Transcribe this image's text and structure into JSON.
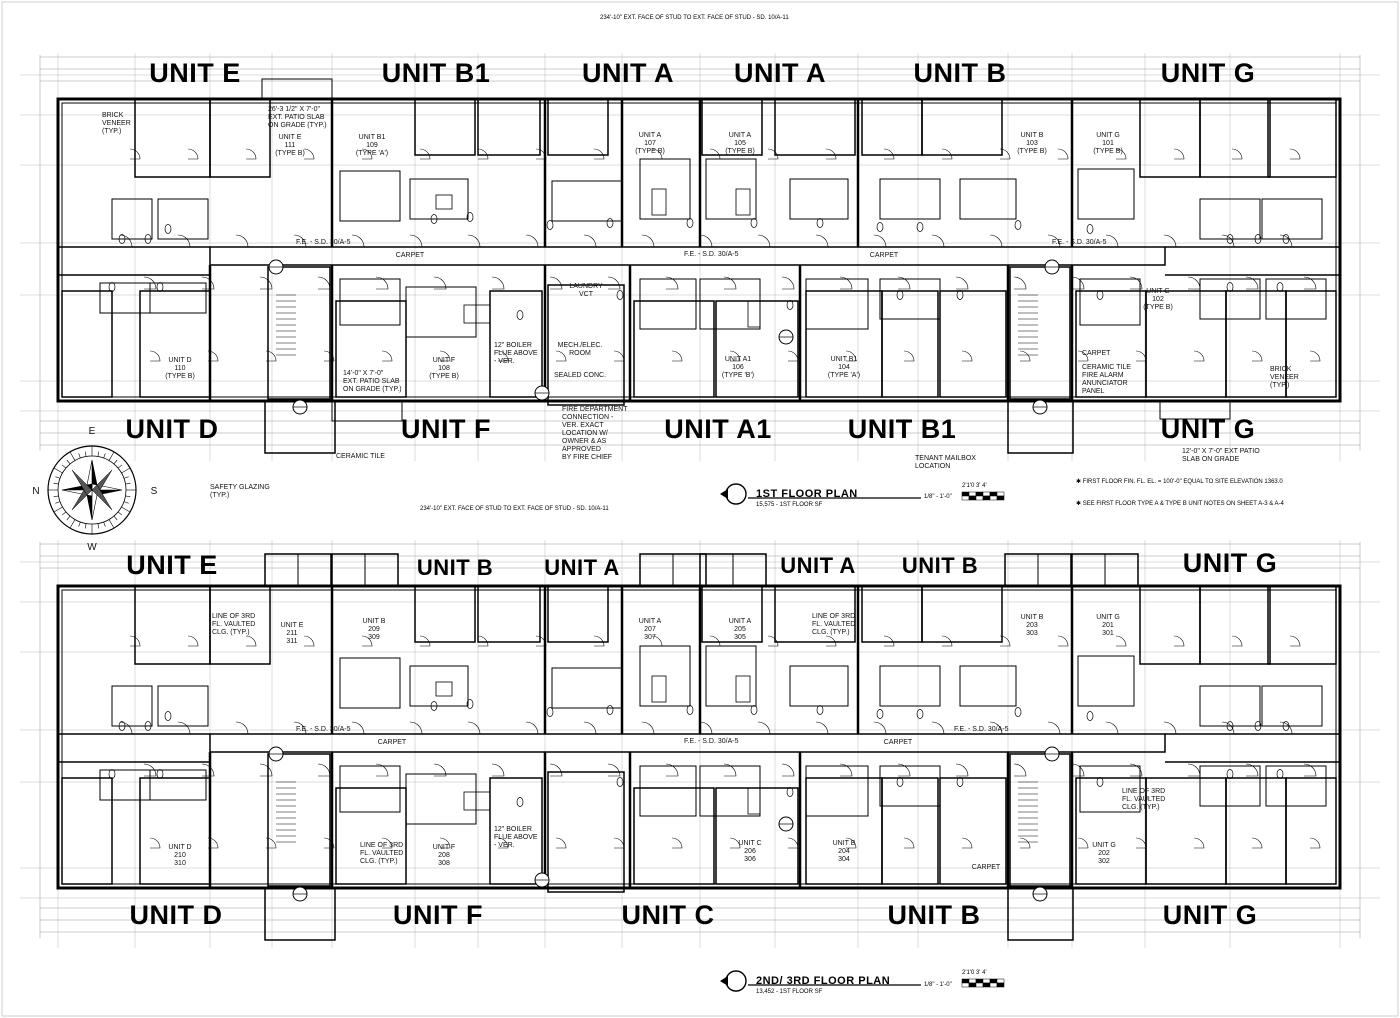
{
  "compass": [
    "N",
    "E",
    "S",
    "W"
  ],
  "floor1": {
    "title": "1ST FLOOR PLAN",
    "area": "15,575 - 1ST FLOOR SF",
    "scale": "1/8\" - 1'-0\"",
    "bar_scale": "2'1'0  3'  4'",
    "note1": "✱ FIRST FLOOR FIN. FL. EL. = 100'-0\" EQUAL TO SITE ELEVATION 1363.0",
    "note2": "✱ SEE FIRST FLOOR TYPE A & TYPE B UNIT NOTES ON SHEET A-3 & A-4",
    "overall_dim": "234'-10\" EXT. FACE OF STUD TO EXT. FACE OF STUD - SD. 10/A-11",
    "top_units": [
      "UNIT E",
      "UNIT B1",
      "UNIT A",
      "UNIT A",
      "UNIT B",
      "UNIT G"
    ],
    "bottom_units": [
      "UNIT D",
      "UNIT F",
      "UNIT A1",
      "UNIT B1",
      "UNIT G"
    ],
    "room_tags": [
      "UNIT E\n111\n(TYPE B)",
      "UNIT B1\n109\n(TYPE 'A')",
      "UNIT A\n107\n(TYPE B)",
      "UNIT A\n105\n(TYPE B)",
      "UNIT B\n103\n(TYPE B)",
      "UNIT G\n101\n(TYPE B)",
      "UNIT D\n110\n(TYPE B)",
      "UNIT F\n108\n(TYPE B)",
      "MECH./ELEC.\nROOM",
      "UNIT A1\n106\n(TYPE 'B')",
      "UNIT B1\n104\n(TYPE 'A')",
      "UNIT G\n102\n(TYPE B)"
    ],
    "notes": [
      "BRICK\nVENEER\n(TYP.)",
      "26'-3 1/2\" X 7'-0\"\nEXT. PATIO SLAB\nON GRADE (TYP.)",
      "CARPET",
      "CARPET",
      "LAUNDRY\nVCT",
      "SEALED CONC.",
      "14'-0\" X 7'-0\"\nEXT. PATIO SLAB\nON GRADE (TYP.)",
      "12\" BOILER\nFLUE ABOVE\n- VER.",
      "FIRE DEPARTMENT\nCONNECTION -\nVER. EXACT\nLOCATION W/\nOWNER & AS\nAPPROVED\nBY FIRE CHIEF",
      "CERAMIC TILE",
      "SAFETY GLAZING\n(TYP.)",
      "TENANT MAILBOX\nLOCATION",
      "CARPET",
      "CERAMIC TILE\nFIRE ALARM\nANUNCIATOR\nPANEL",
      "BRICK\nVENEER\n(TYP.)",
      "12'-0\" X 7'-0\" EXT PATIO\nSLAB ON GRADE",
      "F.E. - S.D. 30/A-5",
      "F.E. - S.D. 30/A-5",
      "F.E. - S.D. 30/A-5"
    ]
  },
  "floor2": {
    "title": "2ND/ 3RD FLOOR PLAN",
    "area": "13,452 - 1ST FLOOR SF",
    "scale": "1/8\" - 1'-0\"",
    "bar_scale": "2'1'0  3'  4'",
    "overall_dim": "234'-10\" EXT. FACE OF STUD TO EXT. FACE OF STUD - SD. 10/A-11",
    "top_units": [
      "UNIT E",
      "UNIT B",
      "UNIT A",
      "UNIT A",
      "UNIT B",
      "UNIT G"
    ],
    "bottom_units": [
      "UNIT D",
      "UNIT F",
      "UNIT C",
      "UNIT B",
      "UNIT G"
    ],
    "room_tags": [
      "UNIT E\n211\n311",
      "UNIT B\n209\n309",
      "UNIT A\n207\n307",
      "UNIT A\n205\n305",
      "UNIT B\n203\n303",
      "UNIT G\n201\n301",
      "UNIT D\n210\n310",
      "UNIT F\n208\n308",
      "UNIT C\n206\n306",
      "UNIT B\n204\n304",
      "UNIT G\n202\n302"
    ],
    "notes": [
      "LINE OF 3RD\nFL. VAULTED\nCLG. (TYP.)",
      "LINE OF 3RD\nFL. VAULTED\nCLG. (TYP.)",
      "LINE OF 3RD\nFL. VAULTED\nCLG. (TYP.)",
      "LINE OF 3RD\nFL. VAULTED\nCLG. (TYP.)",
      "12\" BOILER\nFLUE ABOVE\n- VER.",
      "CARPET",
      "CARPET",
      "CARPET",
      "F.E. - S.D. 30/A-5",
      "F.E. - S.D. 30/A-5",
      "F.E. - S.D. 30/A-5"
    ]
  }
}
